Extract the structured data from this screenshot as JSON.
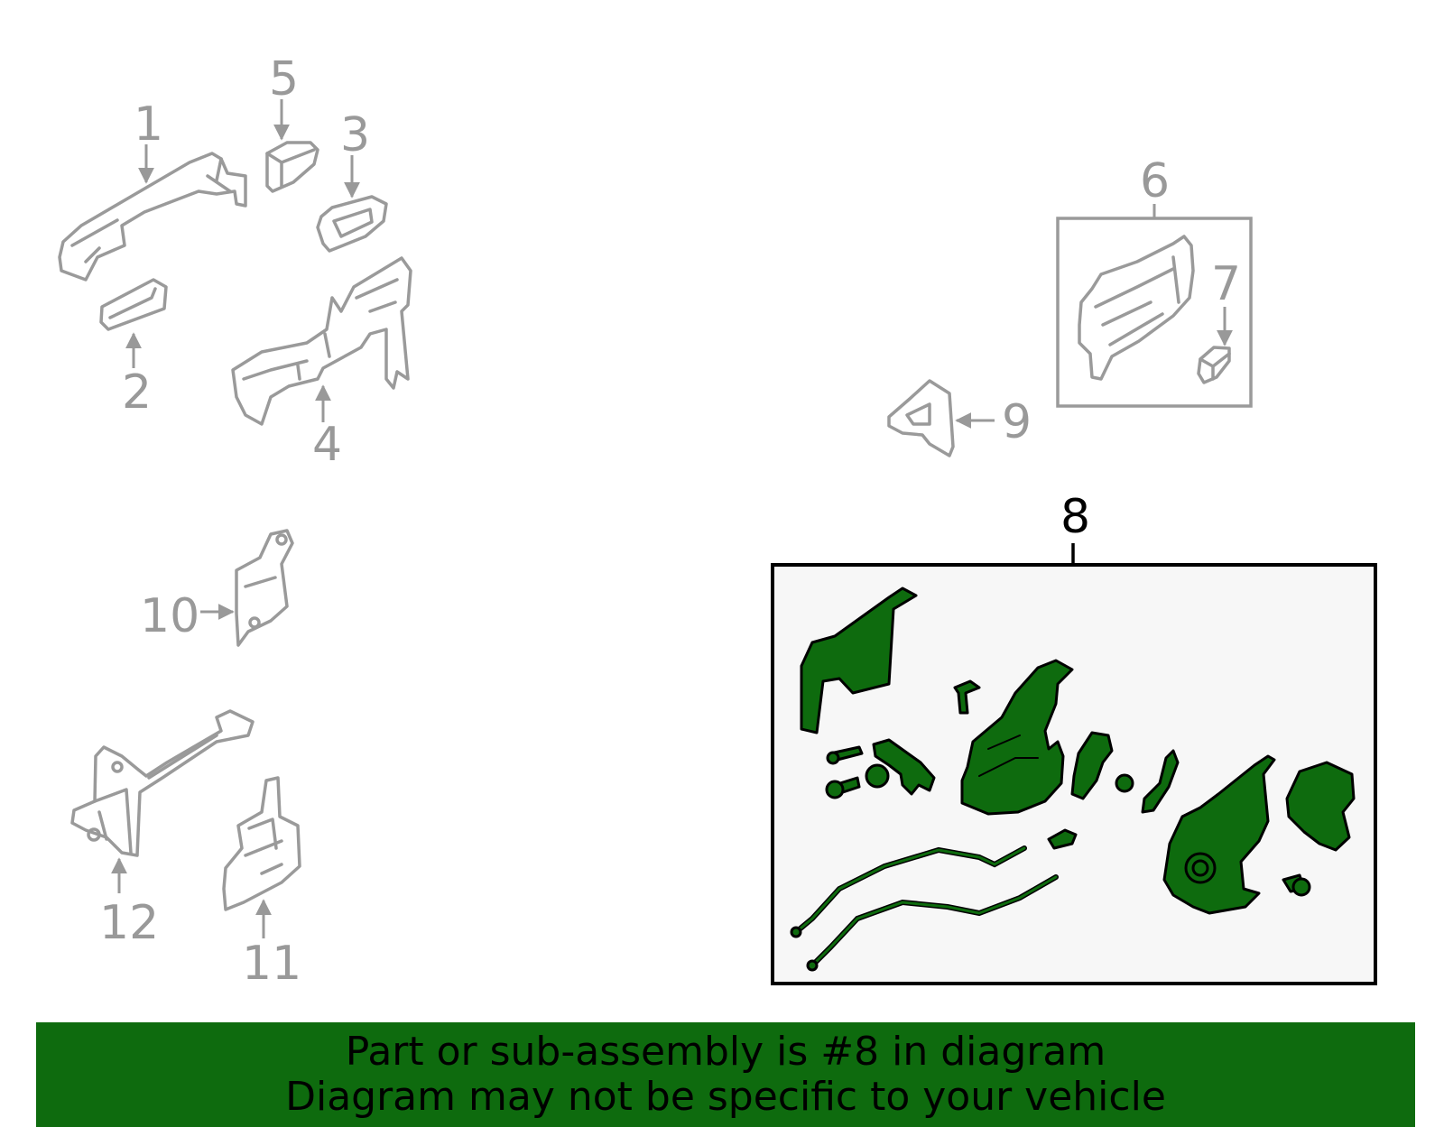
{
  "callouts": {
    "c1": "1",
    "c2": "2",
    "c3": "3",
    "c4": "4",
    "c5": "5",
    "c6": "6",
    "c7": "7",
    "c8": "8",
    "c9": "9",
    "c10": "10",
    "c11": "11",
    "c12": "12"
  },
  "banner": {
    "line1": "Part or sub-assembly is #8 in diagram",
    "line2": "Diagram may not be specific to your vehicle"
  },
  "colors": {
    "highlight": "#0e6b0e",
    "outline_grey": "#9a9a9a",
    "panel_bg": "#f7f7f7"
  }
}
